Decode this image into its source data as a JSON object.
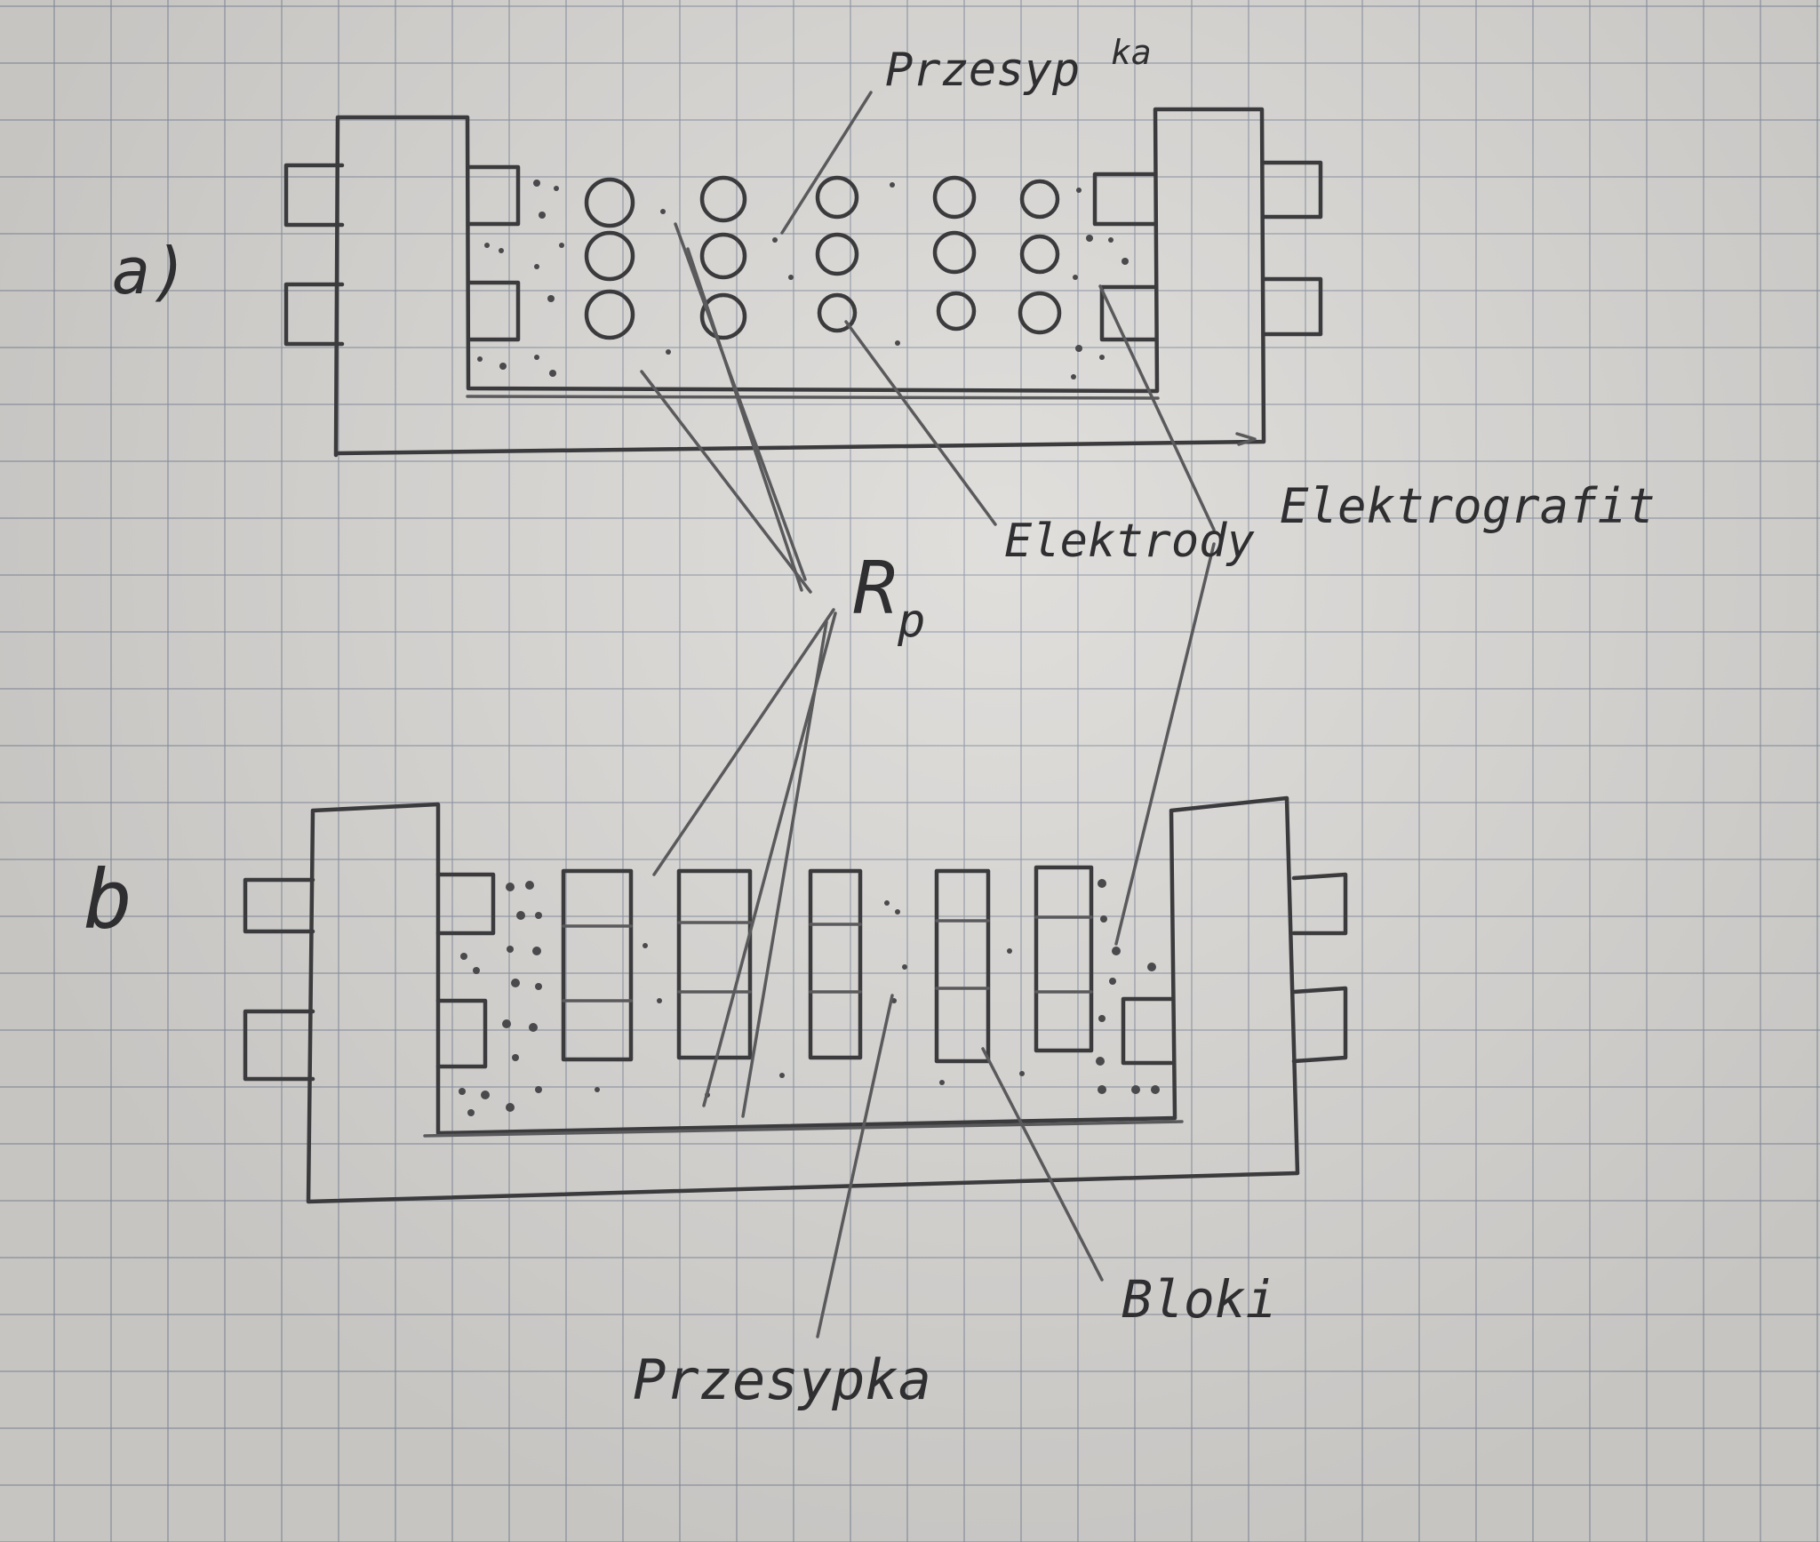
{
  "labels": {
    "panel_a": "a)",
    "panel_b": "b",
    "przesypka_top": "Przesyp",
    "przesypka_top_suffix": "ka",
    "elektrody": "Elektrody",
    "elektrografit": "Elektrografit",
    "rp_main": "R",
    "rp_sub": "p",
    "bloki": "Bloki",
    "przesypka_bottom": "Przesypka"
  },
  "colors": {
    "paper": "#dddbd8",
    "grid": "#8c96a5",
    "pencil": "#3b3b3d"
  }
}
